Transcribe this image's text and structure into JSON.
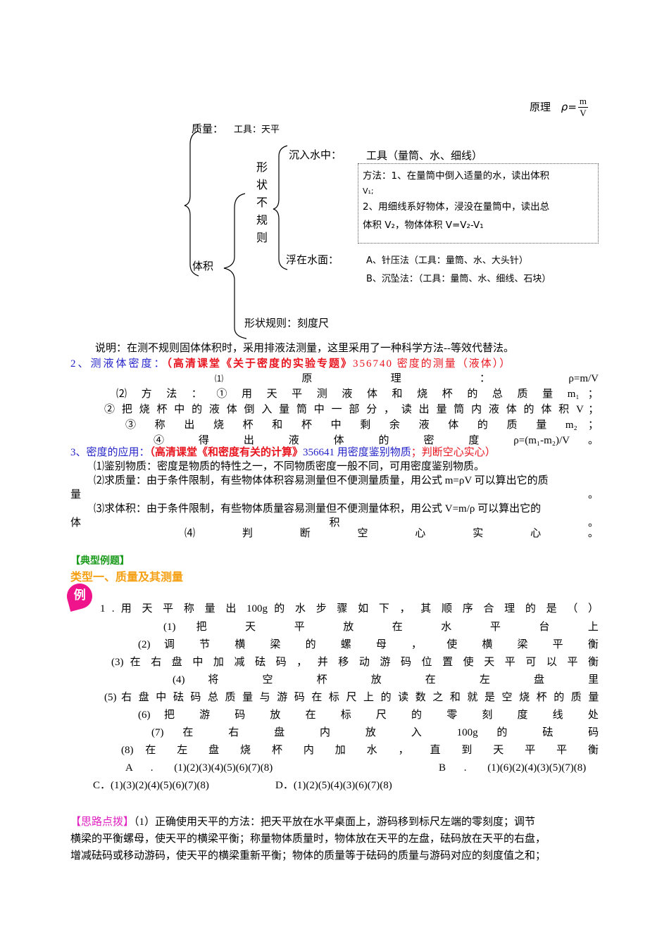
{
  "diagram": {
    "principle_label": "原理",
    "principle_rho": "ρ=",
    "principle_num": "m",
    "principle_den": "V",
    "mass_label": "质量：",
    "mass_tool": "工具：天平",
    "volume_label": "体积",
    "irregular_chars": [
      "形",
      "状",
      "不",
      "规",
      "则"
    ],
    "sink_label": "沉入水中：",
    "sink_tools": "工具（量筒、水、细线）",
    "method_lines": [
      "方法：1、在量筒中倒入适量的水，读出体积",
      "V₁;",
      "2、用细线系好物体，浸没在量筒中，读出总",
      "体积 V₂，物体体积 V=V₂-V₁"
    ],
    "float_label": "浮在水面：",
    "float_methods": [
      "A、针压法（工具：量筒、水、大头针）",
      "B、沉坠法：（工具：量筒、水、细线、石块）"
    ],
    "regular_label": "形状规则：刻度尺"
  },
  "note": "说明：在测不规则固体体积时，采用排液法测量，这里采用了一种科学方法--等效代替法。",
  "section2": {
    "title": "2、测液体密度：",
    "link_bold": "（高清课堂《关于密度的实验专题》",
    "link_tail": "356740 密度的测量（液体））",
    "principle": [
      "⑴",
      "原",
      "理",
      "：",
      "ρ=m/V"
    ],
    "method_line1": [
      "⑵",
      "方",
      "法",
      "：",
      "①",
      "用",
      "天",
      "平",
      "测",
      "液",
      "体",
      "和",
      "烧",
      "杯",
      "的",
      "总",
      "质",
      "量",
      "m₁",
      "；"
    ],
    "method_line2": [
      "②",
      "把",
      "烧",
      "杯",
      "中",
      "的",
      "液",
      "体",
      "倒",
      "入",
      "量",
      "筒",
      "中",
      "一",
      "部",
      "分",
      "，",
      "读",
      "出",
      "量",
      "筒",
      "内",
      "液",
      "体",
      "的",
      "体",
      "积",
      "V",
      "；"
    ],
    "method_line3": [
      "③",
      "称",
      "出",
      "烧",
      "杯",
      "和",
      "杯",
      "中",
      "剩",
      "余",
      "液",
      "体",
      "的",
      "质",
      "量",
      "m₂",
      "；"
    ],
    "method_line4": [
      "④",
      "得",
      "出",
      "液",
      "体",
      "的",
      "密",
      "度",
      "ρ=(m₁-m₂)/V",
      "。"
    ]
  },
  "section3": {
    "title": "3、密度的应用：",
    "link_bold": "（高清课堂《和密度有关的计算》",
    "link_code": "356641 用密度鉴别物质",
    "link_tail": "；判断空心实心）",
    "item1": "⑴鉴别物质：密度是物质的特性之一，不同物质密度一般不同，可用密度鉴别物质。",
    "item2_line1": "⑵求质量：由于条件限制，有些物体体积容易测量但不便测量质量，用公式 m=ρV 可以算出它的质",
    "item2_line2": [
      "量",
      "。"
    ],
    "item3_line1": "⑶求体积：由于条件限制，有些物体质量容易测量但不便测量体积，用公式 V=m/ρ 可以算出它的",
    "item3_line2": [
      "体",
      "积",
      "。"
    ],
    "item4": [
      "⑷",
      "判",
      "断",
      "空",
      "心",
      "实",
      "心",
      "。"
    ]
  },
  "examples": {
    "heading": "【典型例题】",
    "type_heading": "类型一、质量及其测量",
    "badge": "例",
    "question": [
      "1",
      ".",
      "用",
      "天",
      "平",
      "称",
      "量",
      "出",
      "100g",
      "的",
      "水",
      "步",
      "骤",
      "如",
      "下",
      "，",
      "其",
      "顺",
      "序",
      "合",
      "理",
      "的",
      "是",
      "（",
      "",
      "）"
    ],
    "steps": [
      [
        "(1)",
        "把",
        "天",
        "平",
        "放",
        "在",
        "水",
        "平",
        "台",
        "上"
      ],
      [
        "(2)",
        "调",
        "节",
        "横",
        "梁",
        "的",
        "螺",
        "母",
        "，",
        "使",
        "横",
        "梁",
        "平",
        "衡"
      ],
      [
        "(3)",
        "在",
        "右",
        "盘",
        "中",
        "加",
        "减",
        "砝",
        "码",
        "，",
        "并",
        "移",
        "动",
        "游",
        "码",
        "位",
        "置",
        "使",
        "天",
        "平",
        "可",
        "以",
        "平",
        "衡"
      ],
      [
        "(4)",
        "将",
        "空",
        "杯",
        "放",
        "在",
        "左",
        "盘",
        "里"
      ],
      [
        "(5)",
        "右",
        "盘",
        "中",
        "砝",
        "码",
        "总",
        "质",
        "量",
        "与",
        "游",
        "码",
        "在",
        "标",
        "尺",
        "上",
        "的",
        "读",
        "数",
        "之",
        "和",
        "就",
        "是",
        "空",
        "烧",
        "杯",
        "的",
        "质",
        "量"
      ],
      [
        "(6)",
        "把",
        "游",
        "码",
        "放",
        "在",
        "标",
        "尺",
        "的",
        "零",
        "刻",
        "度",
        "线",
        "处"
      ],
      [
        "(7)",
        "在",
        "右",
        "盘",
        "内",
        "放",
        "入",
        "100g",
        "的",
        "砝",
        "码"
      ],
      [
        "(8)",
        "在",
        "左",
        "盘",
        "烧",
        "杯",
        "内",
        "加",
        "水",
        "，",
        "直",
        "到",
        "天",
        "平",
        "平",
        "衡"
      ]
    ],
    "options": {
      "A": [
        "A",
        ".",
        "(1)(2)(3)(4)(5)(6)(7)(8)"
      ],
      "B": [
        "B",
        ".",
        "(1)(6)(2)(4)(3)(5)(7)(8)"
      ],
      "C": "C．(1)(3)(2)(4)(5)(6)(7)(8)",
      "D": "D．(1)(2)(5)(4)(3)(6)(7)(8)"
    },
    "hint_label": "【思路点拨】",
    "hint_lines": [
      "（1）正确使用天平的方法：把天平放在水平桌面上，游码移到标尺左端的零刻度；调节",
      "横梁的平衡螺母，使天平的横梁平衡；称量物体质量时，物体放在天平的左盘，砝码放在天平的右盘，",
      "增减砝码或移动游码，使天平的横梁重新平衡；物体的质量等于砝码的质量与游码对应的刻度值之和；"
    ]
  }
}
